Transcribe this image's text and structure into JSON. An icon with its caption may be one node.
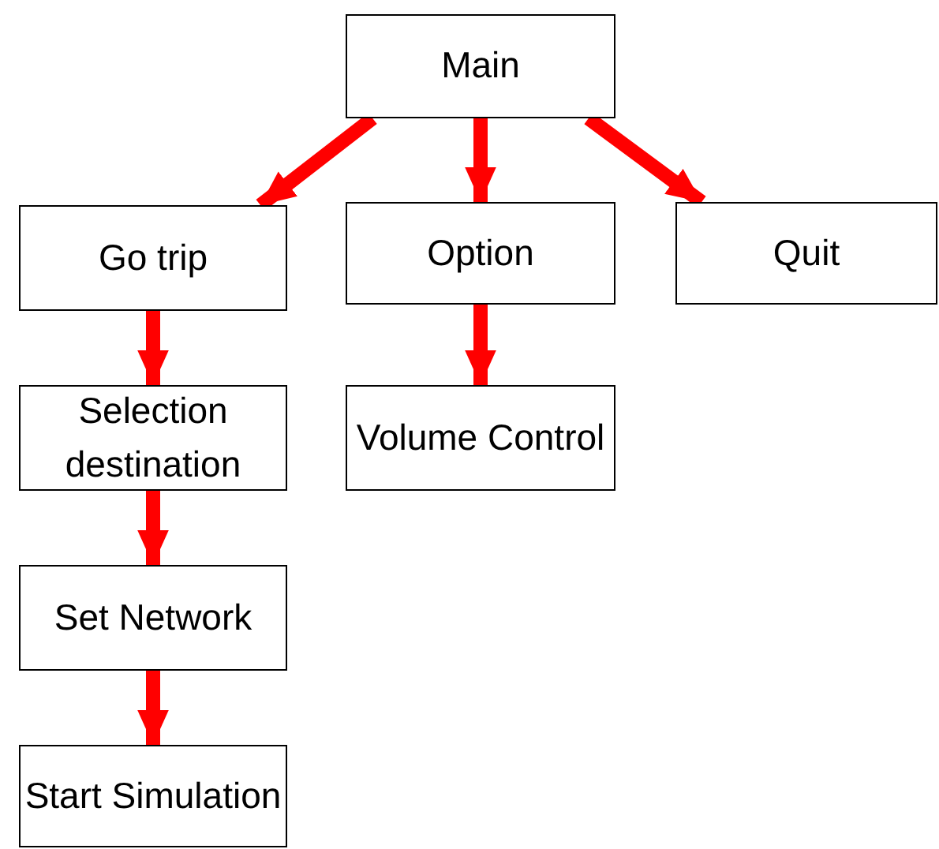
{
  "diagram": {
    "nodes": [
      {
        "text": [
          "Main"
        ]
      },
      {
        "text": [
          "Go trip"
        ]
      },
      {
        "text": [
          "Option"
        ]
      },
      {
        "text": [
          "Quit"
        ]
      },
      {
        "text": [
          "Selection destination"
        ]
      },
      {
        "text": [
          "Volume Control"
        ]
      },
      {
        "text": [
          "Set Network"
        ]
      },
      {
        "text": [
          "Start Simulation"
        ]
      }
    ],
    "edges": [
      {
        "from": 0,
        "to": 1,
        "arrow": "to"
      },
      {
        "from": 0,
        "to": 2,
        "arrow": "to"
      },
      {
        "from": 0,
        "to": 3,
        "arrow": "to"
      },
      {
        "from": 1,
        "to": 4,
        "arrow": "to"
      },
      {
        "from": 2,
        "to": 5,
        "arrow": "to"
      },
      {
        "from": 4,
        "to": 6,
        "arrow": "to"
      },
      {
        "from": 6,
        "to": 7,
        "arrow": "to"
      }
    ]
  }
}
